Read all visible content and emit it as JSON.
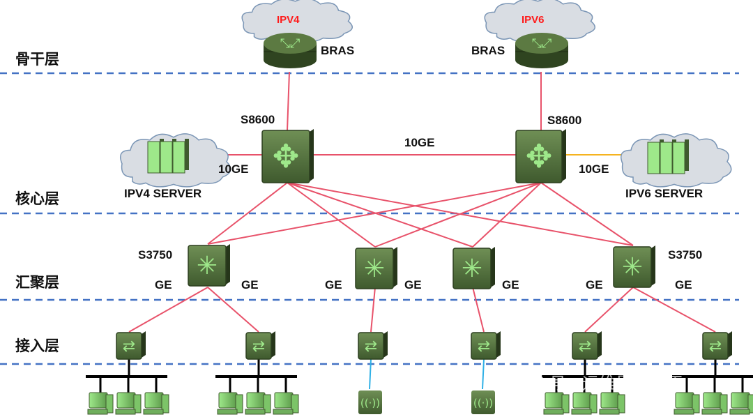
{
  "layers": [
    "骨干层",
    "核心层",
    "汇聚层",
    "接入层"
  ],
  "backbone": {
    "left_cloud": "IPV4",
    "right_cloud": "IPV6",
    "left_router": "BRAS",
    "right_router": "BRAS"
  },
  "core": {
    "left_switch": "S8600",
    "right_switch": "S8600",
    "interlink": "10GE",
    "left_server": "IPV4 SERVER",
    "right_server": "IPV6 SERVER",
    "left_server_link": "10GE",
    "right_server_link": "10GE"
  },
  "aggregation": {
    "left_switch": "S3750",
    "right_switch": "S3750",
    "links": [
      "GE",
      "GE",
      "GE",
      "GE",
      "GE",
      "GE",
      "GE"
    ]
  },
  "watermark": "公众号 · 运维星火燎原",
  "colors": {
    "layer_divider": "#4472c4",
    "link": "#e8526a",
    "server_link": "#f5b31f",
    "wireless_link": "#2fb0e6",
    "device_green": "#4e6b3a",
    "icon_light_green": "#9ee88a",
    "cloud": "#d9dde3"
  }
}
